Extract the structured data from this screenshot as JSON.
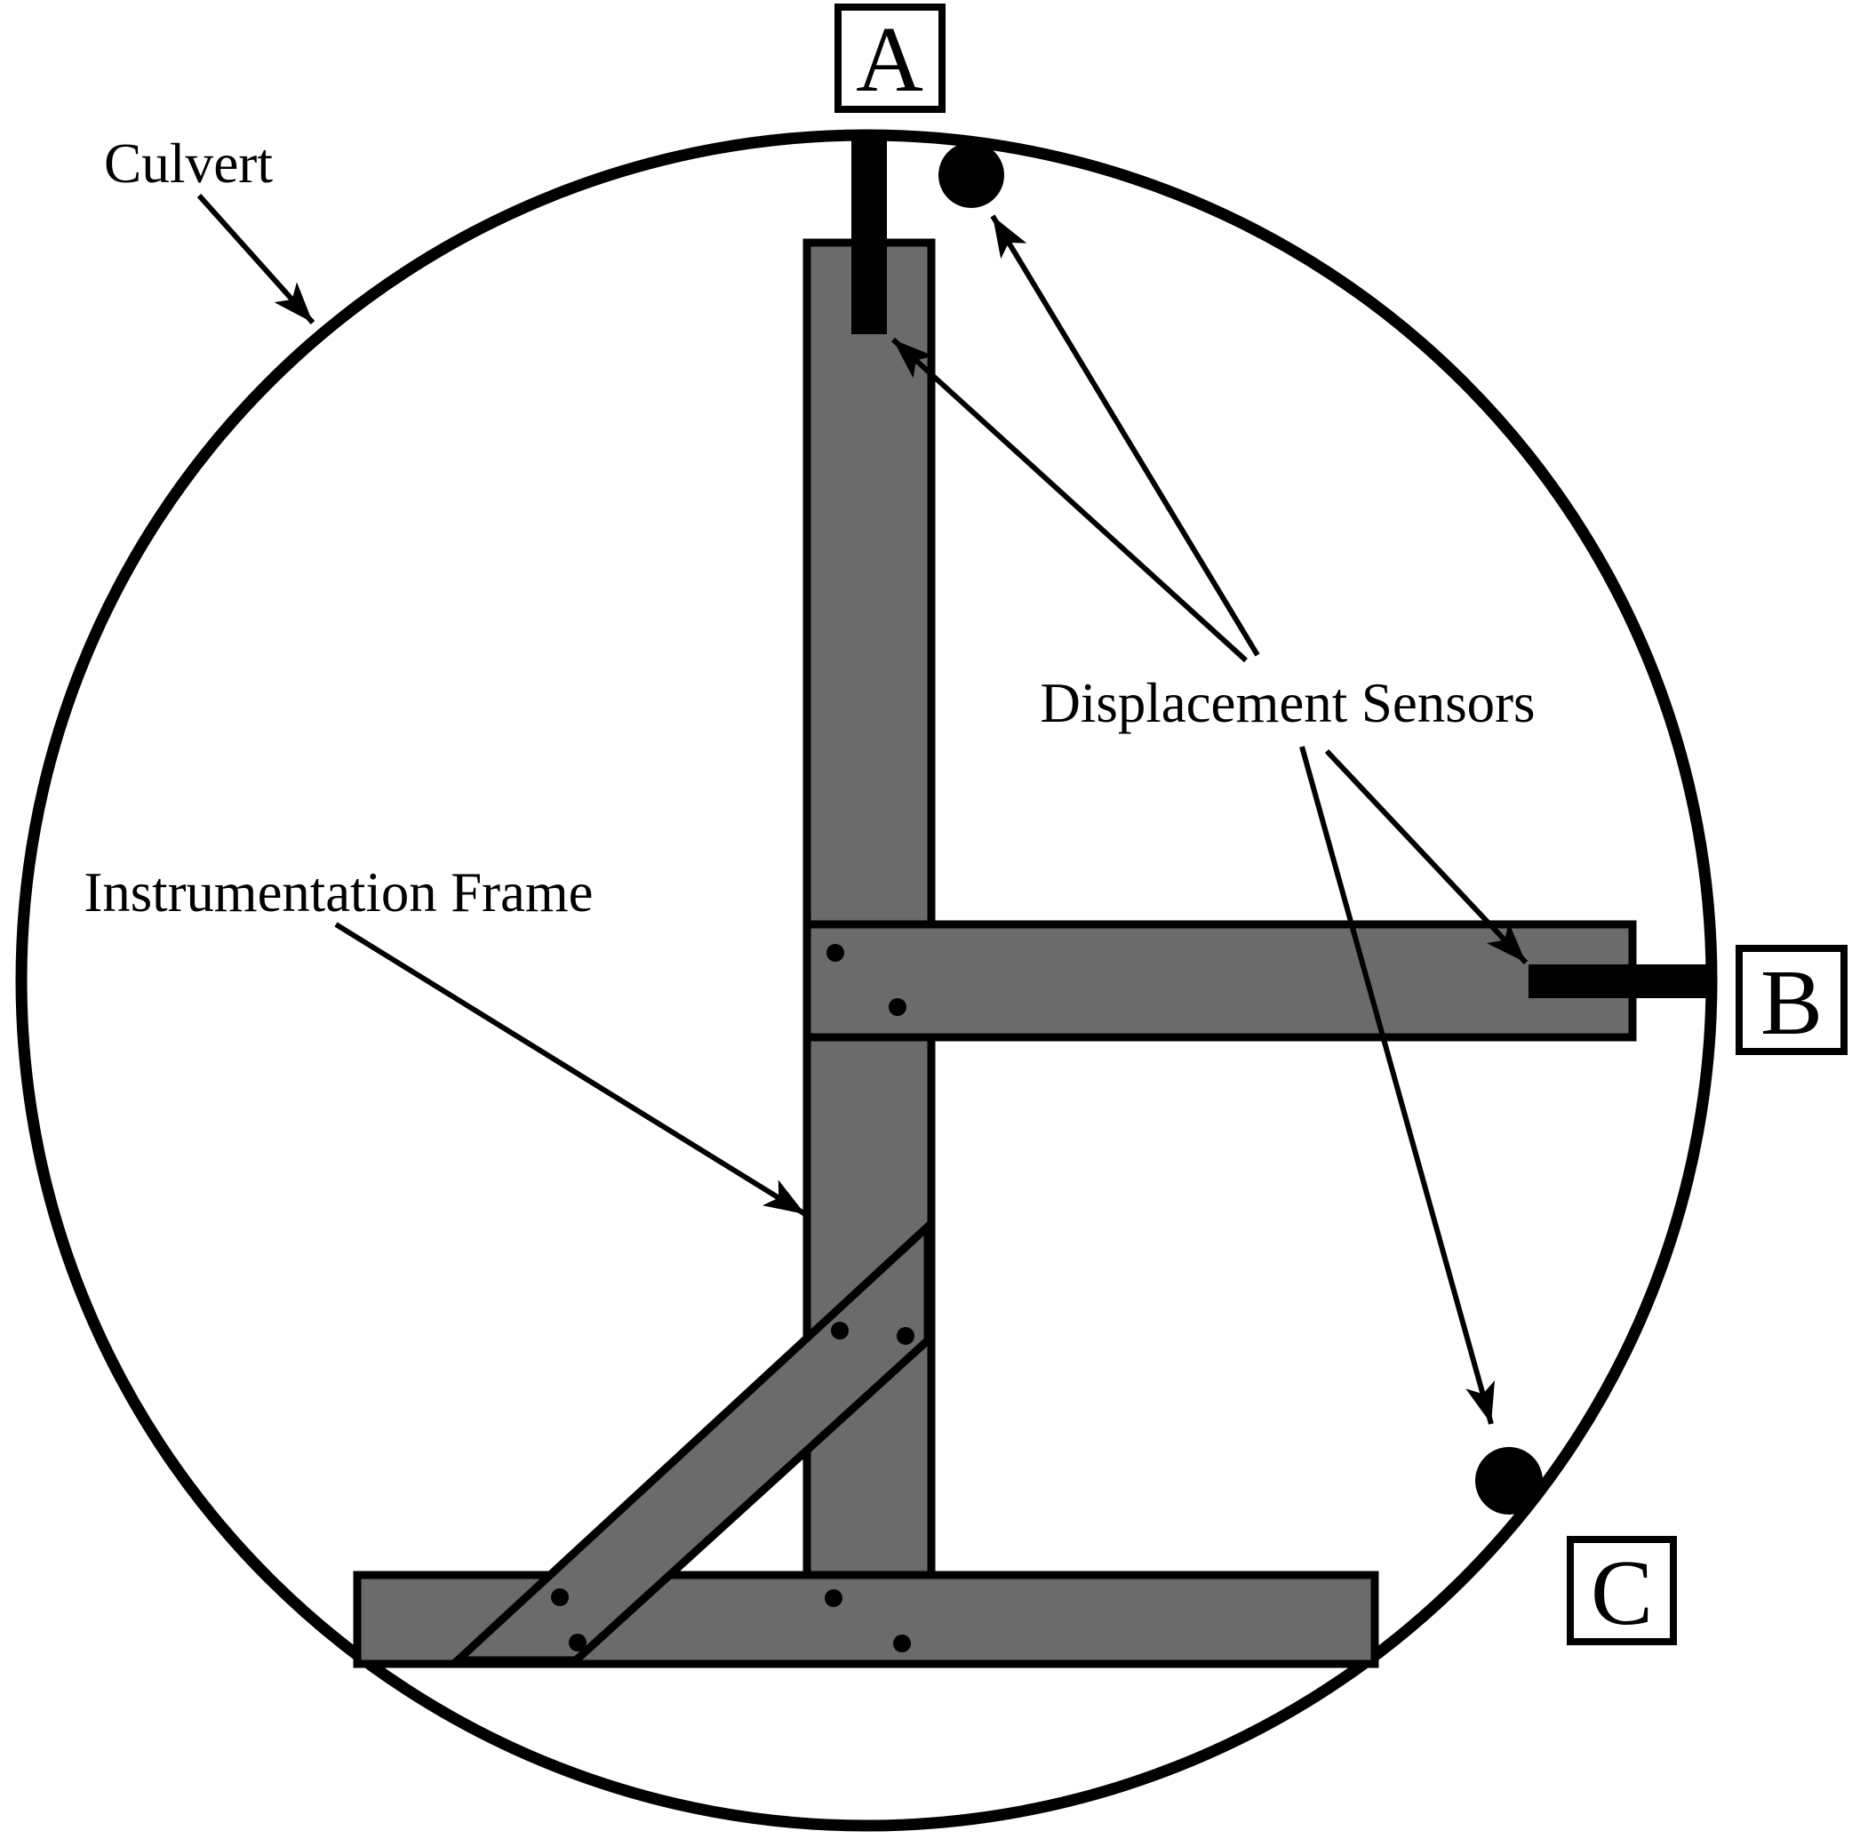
{
  "figure": {
    "labels": {
      "culvert": "Culvert",
      "instrumentation_frame": "Instrumentation Frame",
      "displacement_sensors": "Displacement Sensors"
    },
    "points": [
      {
        "id": "A"
      },
      {
        "id": "B"
      },
      {
        "id": "C"
      }
    ],
    "colors": {
      "frame_gray": "#6b6b6b",
      "outline_black": "#000000",
      "background_white": "#ffffff"
    }
  }
}
